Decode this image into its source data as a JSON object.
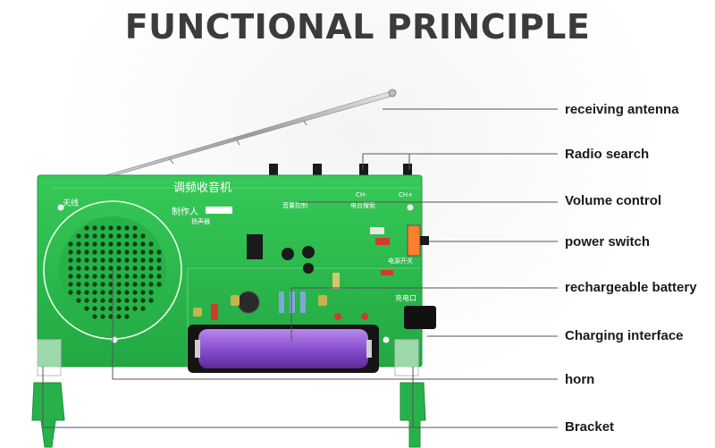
{
  "title": "FUNCTIONAL PRINCIPLE",
  "board": {
    "title_cn": "调频收音机",
    "maker_cn": "制作人",
    "antenna_cn": "天线",
    "speaker_cn": "扬声器",
    "volume_cn": "音量控制",
    "search_cn": "电台搜索",
    "power_cn": "电源开关",
    "charge_cn": "充电口",
    "ch_minus": "CH-",
    "ch_plus": "CH+"
  },
  "labels": [
    "receiving antenna",
    "Radio search",
    "Volume control",
    "power switch",
    "rechargeable battery",
    "Charging interface",
    "horn",
    "Bracket"
  ],
  "colors": {
    "pcb": "#2fbf4f",
    "battery": "#8a4fd0",
    "title": "#3b3b3b"
  }
}
